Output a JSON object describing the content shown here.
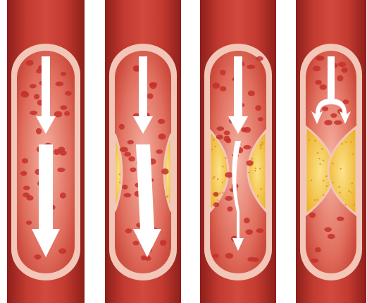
{
  "figure": {
    "stages": [
      {
        "id": 1,
        "plaque": "none",
        "flow": "full"
      },
      {
        "id": 2,
        "plaque": "slight",
        "flow": "mostly-unobstructed"
      },
      {
        "id": 3,
        "plaque": "moderate",
        "flow": "narrow"
      },
      {
        "id": 4,
        "plaque": "complete",
        "flow": "blocked"
      }
    ],
    "colors": {
      "background": "#ffffff",
      "vessel_wall": "#b9322a",
      "vessel_wall_dark": "#8e1f1a",
      "vessel_lining": "#f3c7b8",
      "lumen": "#d8574a",
      "lumen_light": "#f2a08f",
      "blood_cell": "#c4302a",
      "plaque": "#f2c63a",
      "plaque_light": "#fbe38a",
      "plaque_dot": "#d99a2b",
      "arrow": "#ffffff"
    },
    "icons": [
      "flow-arrow-icon",
      "reverse-flow-arrow-icon",
      "red-blood-cell-icon",
      "plaque-deposit-icon"
    ]
  }
}
